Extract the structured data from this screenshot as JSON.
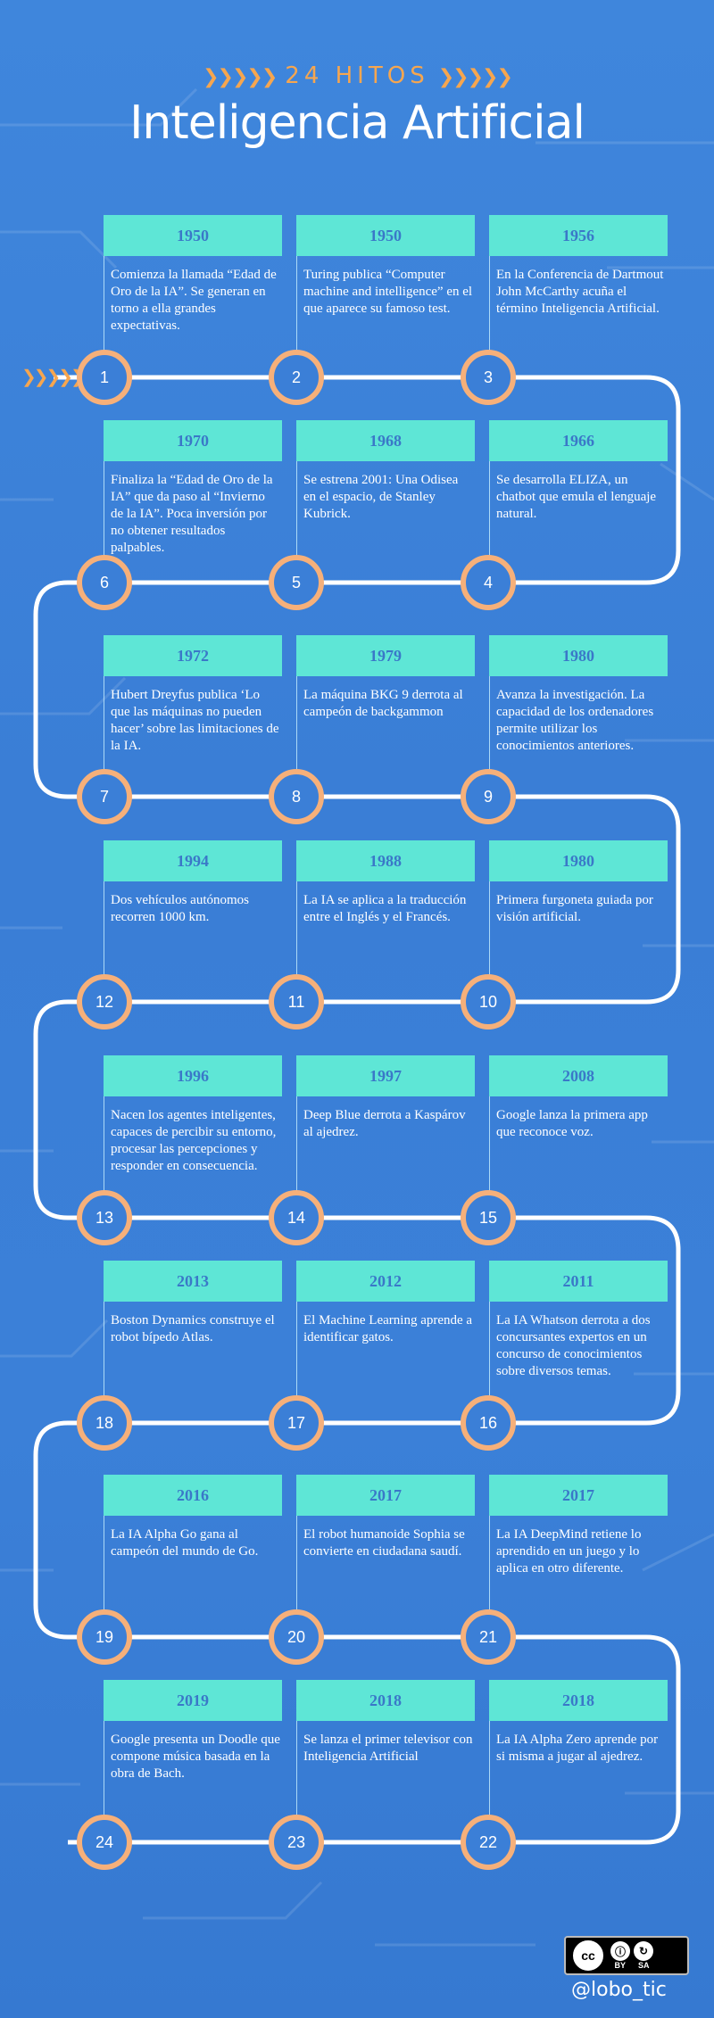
{
  "header": {
    "count_label": "24 HITOS",
    "title": "Inteligencia Artificial",
    "chevrons": "❯❯❯❯❯"
  },
  "colors": {
    "background": "#3b80d8",
    "year_band": "#5ee6d6",
    "year_text": "#3a78c8",
    "circle_ring": "#f6b07a",
    "accent": "#f6a64f"
  },
  "milestones": [
    {
      "num": "1",
      "year": "1950",
      "text": "Comienza la llamada “Edad de Oro de la IA”. Se generan en torno a ella grandes expectativas."
    },
    {
      "num": "2",
      "year": "1950",
      "text": "Turing publica “Computer machine and intelligence” en el que aparece su famoso test."
    },
    {
      "num": "3",
      "year": "1956",
      "text": "En la Conferencia de Dartmout John McCarthy acuña el término Inteligencia Artificial."
    },
    {
      "num": "4",
      "year": "1966",
      "text": "Se desarrolla ELIZA, un chatbot que emula el lenguaje natural."
    },
    {
      "num": "5",
      "year": "1968",
      "text": "Se estrena 2001: Una Odisea en el espacio, de Stanley Kubrick."
    },
    {
      "num": "6",
      "year": "1970",
      "text": "Finaliza la “Edad de Oro de la IA” que da paso al “Invierno de la IA”. Poca inversión por no obtener resultados palpables."
    },
    {
      "num": "7",
      "year": "1972",
      "text": "Hubert Dreyfus publica ‘Lo que las máquinas no pueden hacer’ sobre las limitaciones de la IA."
    },
    {
      "num": "8",
      "year": "1979",
      "text": "La máquina BKG 9 derrota al campeón de backgammon"
    },
    {
      "num": "9",
      "year": "1980",
      "text": "Avanza la investigación. La capacidad de los ordenadores permite utilizar los conocimientos anteriores."
    },
    {
      "num": "10",
      "year": "1980",
      "text": "Primera furgoneta guiada por visión artificial."
    },
    {
      "num": "11",
      "year": "1988",
      "text": "La IA se aplica a la traducción entre el Inglés y el Francés."
    },
    {
      "num": "12",
      "year": "1994",
      "text": "Dos vehículos autónomos recorren 1000 km."
    },
    {
      "num": "13",
      "year": "1996",
      "text": "Nacen los agentes inteligentes, capaces de percibir su entorno, procesar las percepciones y responder en consecuencia."
    },
    {
      "num": "14",
      "year": "1997",
      "text": "Deep Blue derrota a Kaspárov al ajedrez."
    },
    {
      "num": "15",
      "year": "2008",
      "text": "Google lanza la primera app que reconoce voz."
    },
    {
      "num": "16",
      "year": "2011",
      "text": "La IA Whatson derrota a dos concursantes expertos en un concurso de conocimientos sobre diversos temas."
    },
    {
      "num": "17",
      "year": "2012",
      "text": "El Machine Learning aprende a identificar gatos."
    },
    {
      "num": "18",
      "year": "2013",
      "text": "Boston Dynamics construye el robot bípedo Atlas."
    },
    {
      "num": "19",
      "year": "2016",
      "text": "La IA Alpha Go gana al campeón del mundo de Go."
    },
    {
      "num": "20",
      "year": "2017",
      "text": "El robot humanoide Sophia se convierte en ciudadana saudí."
    },
    {
      "num": "21",
      "year": "2017",
      "text": "La IA DeepMind retiene lo aprendido en un juego y lo aplica en otro diferente."
    },
    {
      "num": "22",
      "year": "2018",
      "text": "La IA Alpha Zero aprende por si misma a jugar al ajedrez."
    },
    {
      "num": "23",
      "year": "2018",
      "text": "Se lanza el primer televisor con Inteligencia Artificial"
    },
    {
      "num": "24",
      "year": "2019",
      "text": "Google presenta un Doodle que compone música basada en la obra de Bach."
    }
  ],
  "footer": {
    "license_cc": "cc",
    "license_by": "BY",
    "license_sa": "SA",
    "handle": "@lobo_tic",
    "icons": [
      "creative-commons-icon",
      "attribution-icon",
      "share-alike-icon"
    ]
  }
}
